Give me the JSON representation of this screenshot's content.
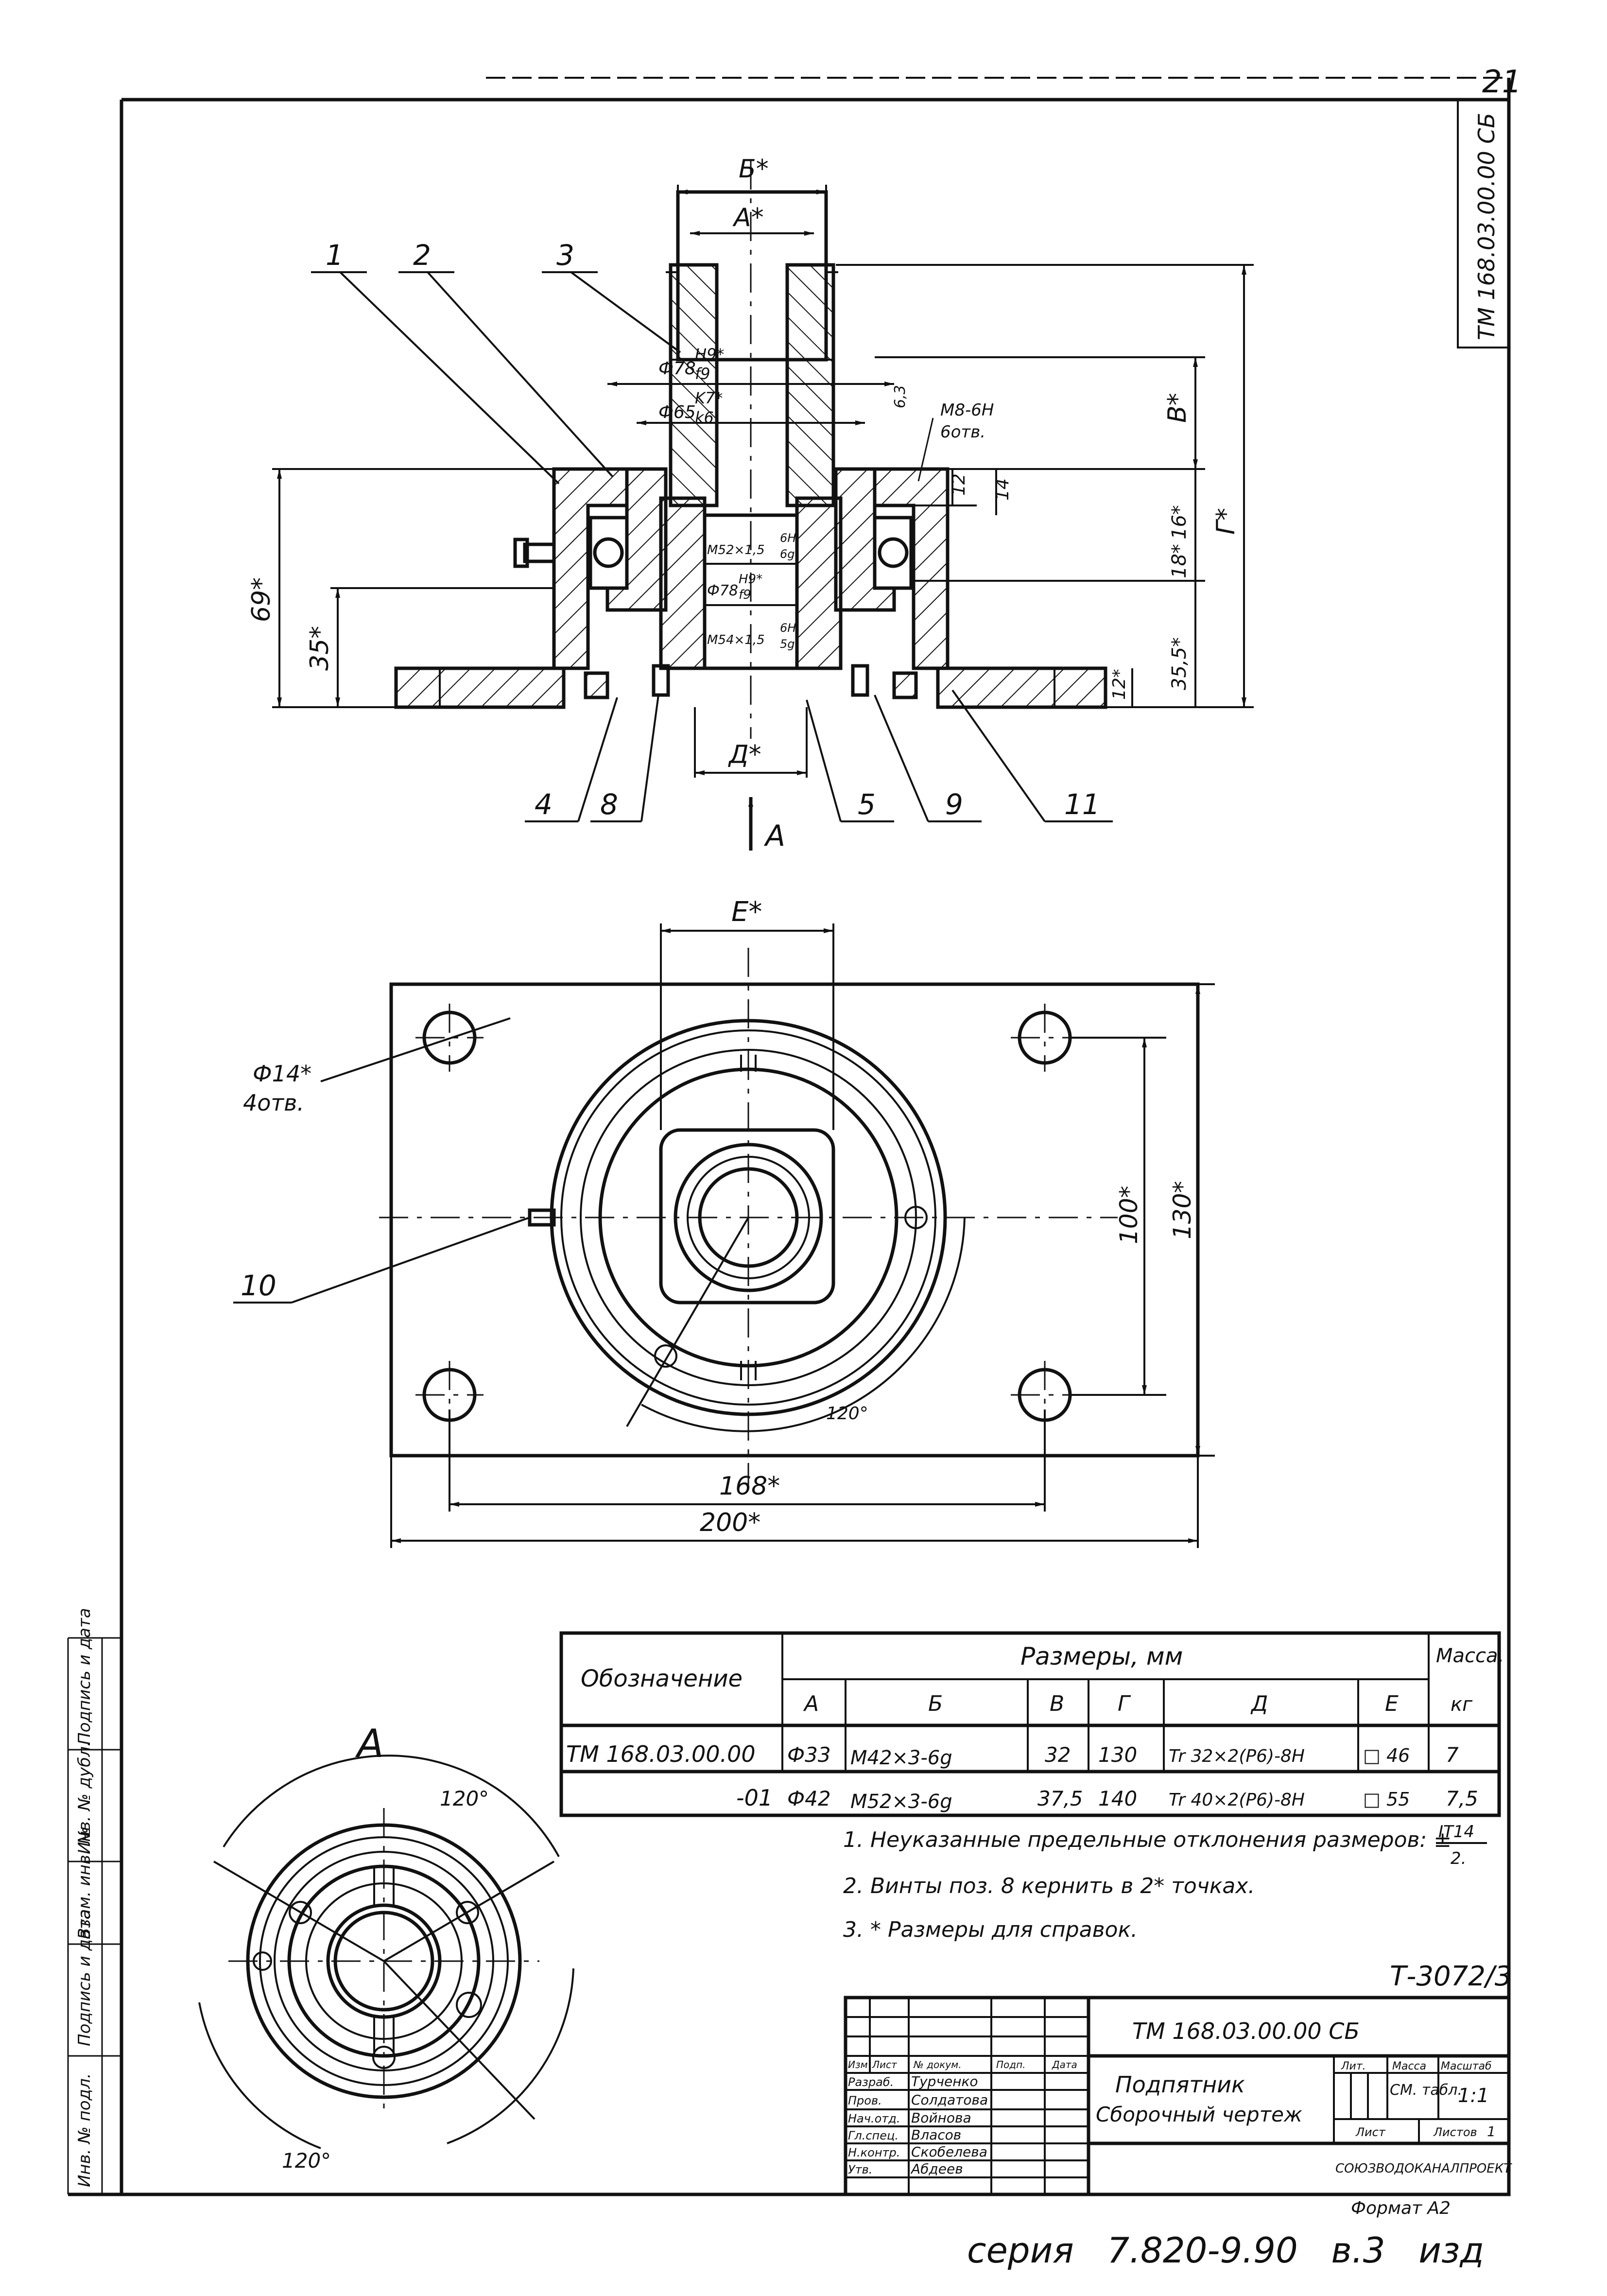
{
  "sheet_number": "21",
  "side_code": "ТМ 168.03.00.00 СБ",
  "view_label": "А",
  "view_arrow_label": "А",
  "positions": {
    "p1": "1",
    "p2": "2",
    "p3": "3",
    "p4": "4",
    "p5": "5",
    "p8": "8",
    "p9": "9",
    "p10": "10",
    "p11": "11"
  },
  "dimensions": {
    "b_star": "Б*",
    "a_star": "А*",
    "fit_78_h9": "Ф78",
    "fit_78_h9_num": "H9*",
    "fit_78_h9_den": "f9",
    "fit_65_k7": "Ф65",
    "fit_65_k7_num": "K7*",
    "fit_65_k7_den": "k6",
    "thread_m8": "M8-6H",
    "thread_m8_holes": "6отв.",
    "rough": "6,3",
    "d12": "12",
    "d14": "14",
    "thread_m52": "M52×1,5",
    "thread_m52_num": "6H",
    "thread_m52_den": "6g",
    "fit_78_b": "Ф78",
    "fit_78_b_num": "H9*",
    "fit_78_b_den": "f9",
    "thread_m54": "M54×1,5",
    "thread_m54_num": "6H",
    "thread_m54_den": "5g",
    "v_star": "В*",
    "g_star": "Г*",
    "d16": "16*",
    "d18": "18*",
    "d35_5": "35,5*",
    "d12s": "12*",
    "d69": "69*",
    "d35": "35*",
    "d_star": "Д*",
    "e_star": "Е*",
    "hole14": "Ф14*",
    "hole14_count": "4отв.",
    "d100": "100*",
    "d130": "130*",
    "d120": "120°",
    "d168": "168*",
    "d200": "200*",
    "angle_a1": "120°",
    "angle_a2": "120°"
  },
  "size_table": {
    "header_designation": "Обозначение",
    "header_sizes": "Размеры, мм",
    "header_mass": "Масса,",
    "header_mass_unit": "кг",
    "columns": [
      "А",
      "Б",
      "В",
      "Г",
      "Д",
      "Е"
    ],
    "rows": [
      {
        "designation": "ТМ 168.03.00.00",
        "a": "Ф33",
        "b": "M42×3-6g",
        "v": "32",
        "g": "130",
        "d": "Tr 32×2(P6)-8H",
        "e": "□ 46",
        "mass": "7"
      },
      {
        "designation": "-01",
        "a": "Ф42",
        "b": "M52×3-6g",
        "v": "37,5",
        "g": "140",
        "d": "Tr 40×2(P6)-8H",
        "e": "□ 55",
        "mass": "7,5"
      }
    ]
  },
  "notes": [
    "1. Неуказанные предельные отклонения размеров: ±",
    "2. Винты поз. 8 кернить в 2* точках.",
    "3. * Размеры для справок."
  ],
  "note1_frac_num": "IT14",
  "note1_frac_den": "2.",
  "drawing_no": "Т-3072/3",
  "title_block": {
    "designation": "ТМ 168.03.00.00 СБ",
    "name_line1": "Подпятник",
    "name_line2": "Сборочный чертеж",
    "col_headers": [
      "Изм",
      "Лист",
      "№ докум.",
      "Подп.",
      "Дата"
    ],
    "roles": [
      "Разраб.",
      "Пров.",
      "Нач.отд.",
      "Гл.спец.",
      "Н.контр.",
      "Утв."
    ],
    "surnames": [
      "Турченко",
      "Солдатова",
      "Войнова",
      "Власов",
      "Скобелева",
      "Абдеев"
    ],
    "lit_label": "Лит.",
    "mass_label": "Масса",
    "scale_label": "Масштаб",
    "mass_value": "СМ. табл.",
    "scale_value": "1:1",
    "sheet_label": "Лист",
    "sheets_label": "Листов",
    "sheets_value": "1",
    "org": "СОЮЗВОДОКАНАЛПРОЕКТ"
  },
  "format": "Формат А2",
  "series": "серия   7.820-9.90   в.3   изд",
  "left_strip": [
    "Инв. № подл.",
    "Подпись и дата",
    "Взам. инв. №",
    "Инв. № дубл.",
    "Подпись и дата"
  ]
}
